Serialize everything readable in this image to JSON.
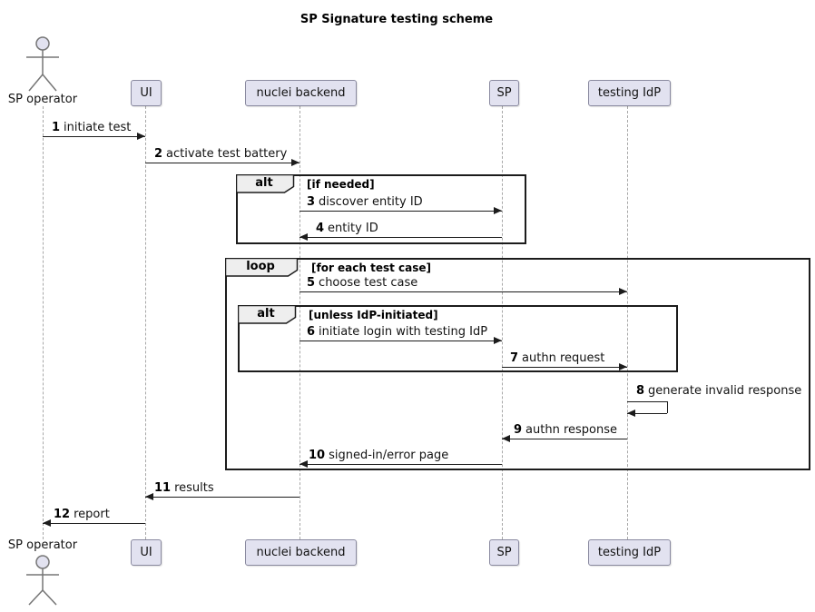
{
  "title": "SP Signature testing scheme",
  "participants": {
    "operator": "SP operator",
    "ui": "UI",
    "backend": "nuclei backend",
    "sp": "SP",
    "idp": "testing IdP"
  },
  "fragments": [
    {
      "operator": "alt",
      "guard": "[if needed]"
    },
    {
      "operator": "loop",
      "guard": "[for each test case]"
    },
    {
      "operator": "alt",
      "guard": "[unless IdP-initiated]"
    }
  ],
  "messages": [
    {
      "num": "1",
      "text": "initiate test",
      "from": "SP operator",
      "to": "UI"
    },
    {
      "num": "2",
      "text": "activate test battery",
      "from": "UI",
      "to": "nuclei backend"
    },
    {
      "num": "3",
      "text": "discover entity ID",
      "from": "nuclei backend",
      "to": "SP"
    },
    {
      "num": "4",
      "text": "entity ID",
      "from": "SP",
      "to": "nuclei backend"
    },
    {
      "num": "5",
      "text": "choose test case",
      "from": "nuclei backend",
      "to": "testing IdP"
    },
    {
      "num": "6",
      "text": "initiate login with testing IdP",
      "from": "nuclei backend",
      "to": "SP"
    },
    {
      "num": "7",
      "text": "authn request",
      "from": "SP",
      "to": "testing IdP"
    },
    {
      "num": "8",
      "text": "generate invalid response",
      "from": "testing IdP",
      "to": "testing IdP"
    },
    {
      "num": "9",
      "text": "authn response",
      "from": "testing IdP",
      "to": "SP"
    },
    {
      "num": "10",
      "text": "signed-in/error page",
      "from": "SP",
      "to": "nuclei backend"
    },
    {
      "num": "11",
      "text": "results",
      "from": "nuclei backend",
      "to": "UI"
    },
    {
      "num": "12",
      "text": "report",
      "from": "UI",
      "to": "SP operator"
    }
  ],
  "colors": {
    "participant_fill": "#E2E2F0",
    "participant_border": "#8a8aa0",
    "fragment_border": "#1c1c1c",
    "fragment_tab_fill": "#EEEEEE",
    "lifeline": "#A8A8A8",
    "arrow": "#1c1c1c",
    "background": "#FFFFFF"
  }
}
